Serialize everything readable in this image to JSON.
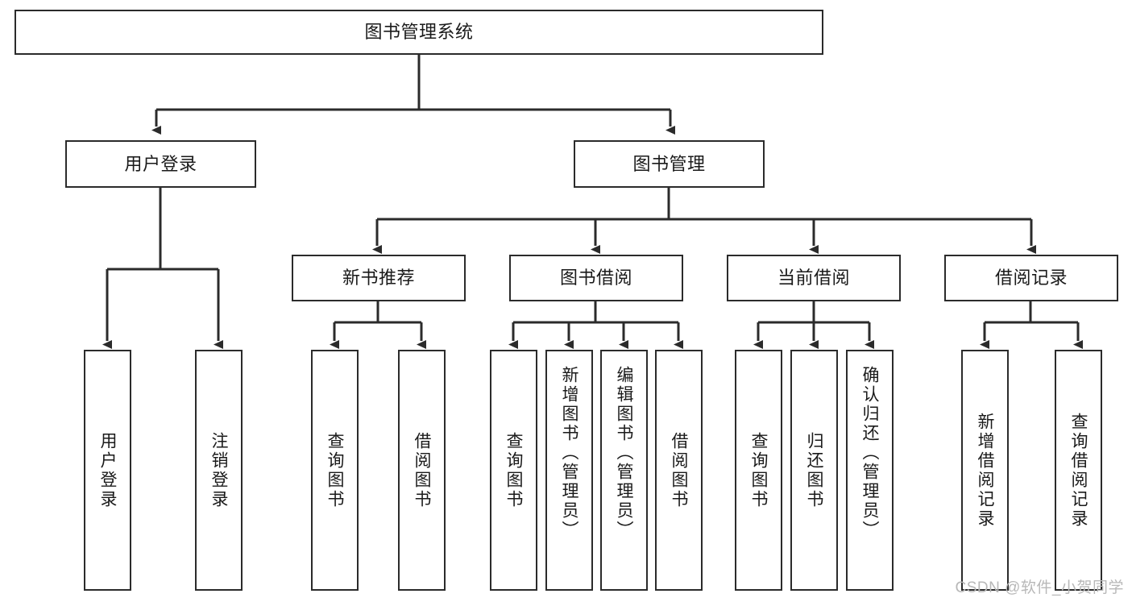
{
  "diagram": {
    "title": "图书管理系统",
    "type": "hierarchy-tree",
    "orientation": "top-down",
    "colors": {
      "box_stroke": "#2b2b2b",
      "box_fill": "#ffffff",
      "connector": "#2b2b2b",
      "text": "#1a1a1a",
      "watermark": "#b8b8b8"
    },
    "levels": {
      "root": "图书管理系统",
      "level2": [
        "用户登录",
        "图书管理"
      ],
      "level3": [
        "新书推荐",
        "图书借阅",
        "当前借阅",
        "借阅记录"
      ]
    },
    "nodes": {
      "root": {
        "label": "图书管理系统"
      },
      "user_login": {
        "label": "用户登录"
      },
      "book_manage": {
        "label": "图书管理"
      },
      "new_book_rec": {
        "label": "新书推荐"
      },
      "book_borrow": {
        "label": "图书借阅"
      },
      "current_borrow": {
        "label": "当前借阅"
      },
      "borrow_record": {
        "label": "借阅记录"
      },
      "leaf_user_login": {
        "label": "用户登录"
      },
      "leaf_user_logout": {
        "label": "注销登录"
      },
      "leaf_query_book_1": {
        "label": "查询图书"
      },
      "leaf_borrow_book_1": {
        "label": "借阅图书"
      },
      "leaf_query_book_2": {
        "label": "查询图书"
      },
      "leaf_add_book": {
        "label": "新增图书（管理员）"
      },
      "leaf_edit_book": {
        "label": "编辑图书（管理员）"
      },
      "leaf_borrow_book_2": {
        "label": "借阅图书"
      },
      "leaf_query_book_3": {
        "label": "查询图书"
      },
      "leaf_return_book": {
        "label": "归还图书"
      },
      "leaf_confirm_return": {
        "label": "确认归还（管理员）"
      },
      "leaf_add_record": {
        "label": "新增借阅记录"
      },
      "leaf_query_record": {
        "label": "查询借阅记录"
      }
    },
    "watermark": "CSDN @软件_小贺同学"
  }
}
